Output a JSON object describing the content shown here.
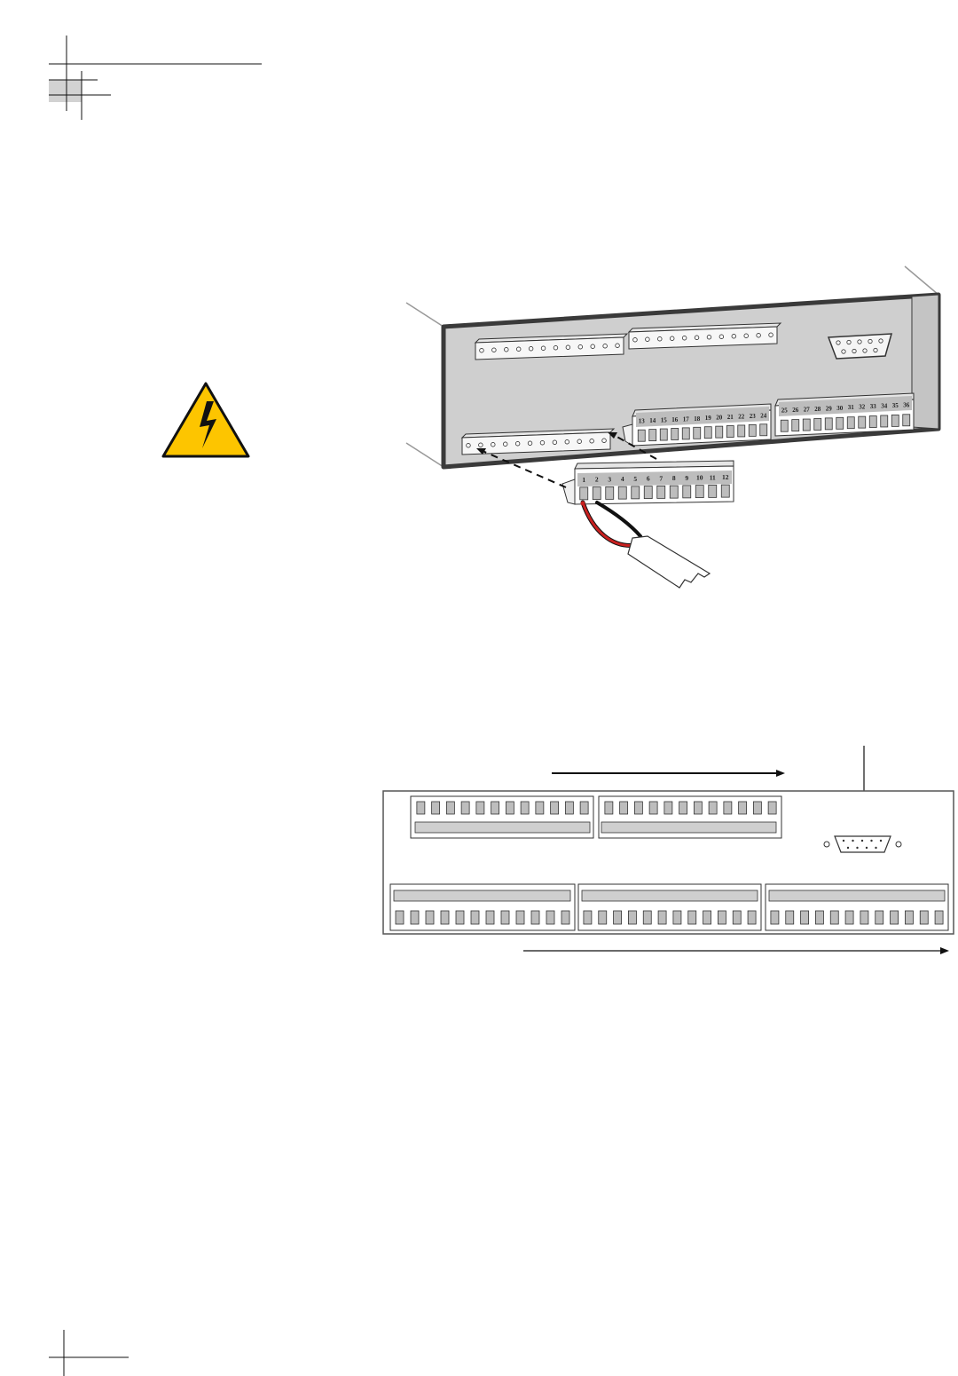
{
  "terminal_blocks": {
    "plug_block_1_12": [
      "1",
      "2",
      "3",
      "4",
      "5",
      "6",
      "7",
      "8",
      "9",
      "10",
      "11",
      "12"
    ],
    "block_13_24": [
      "13",
      "14",
      "15",
      "16",
      "17",
      "18",
      "19",
      "20",
      "21",
      "22",
      "23",
      "24"
    ],
    "block_25_36": [
      "25",
      "26",
      "27",
      "28",
      "29",
      "30",
      "31",
      "32",
      "33",
      "34",
      "35",
      "36"
    ]
  },
  "colors": {
    "warning_yellow": "#FDC500",
    "panel_gray": "#CFCFCF",
    "pin_gray": "#BDBDBD",
    "wire_red": "#C8201F",
    "wire_black": "#111111",
    "frame_dark": "#3A3A3A"
  },
  "icons": {
    "warning": "high-voltage-warning-icon",
    "serial": "db9-connector-icon"
  }
}
